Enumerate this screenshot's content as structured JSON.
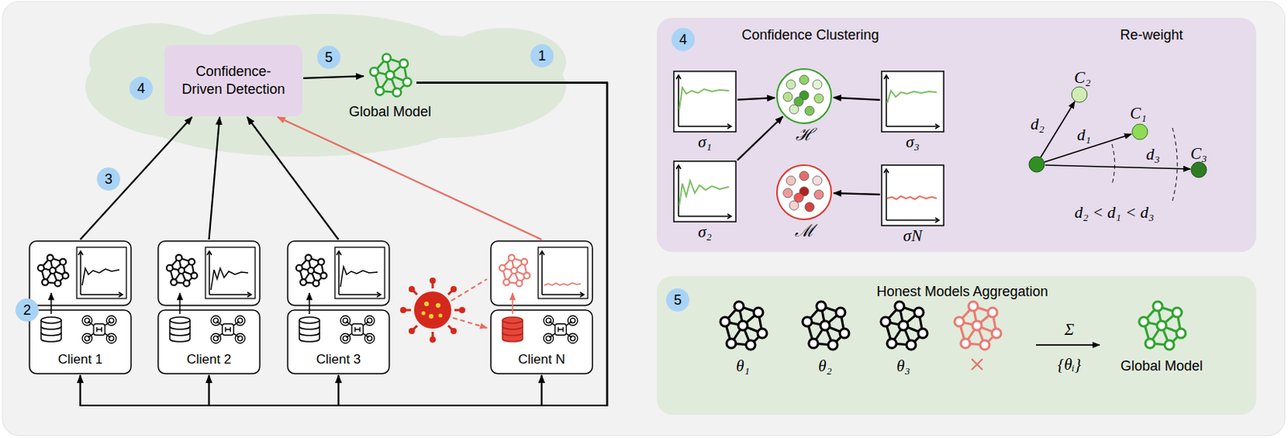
{
  "diagram": {
    "nodes": [
      {
        "text": [
          "Confidence-Driven Detection"
        ]
      },
      {
        "text": [
          "Global Model"
        ]
      },
      {
        "text": [
          "Client 1"
        ]
      },
      {
        "text": [
          "Client 2"
        ]
      },
      {
        "text": [
          "Client 3"
        ]
      },
      {
        "text": [
          "Client N"
        ]
      },
      {
        "text": [
          "Confidence Clustering",
          "Re-weight"
        ]
      },
      {
        "text": [
          "σ₁"
        ],
        "in": 6
      },
      {
        "text": [
          "ℋ"
        ],
        "in": 6
      },
      {
        "text": [
          "σ₃"
        ],
        "in": 6
      },
      {
        "text": [
          "σ₂"
        ],
        "in": 6
      },
      {
        "text": [
          "ℳ"
        ],
        "in": 6
      },
      {
        "text": [
          "σN"
        ],
        "in": 6
      },
      {
        "text": [
          "Honest Models Aggregation"
        ]
      }
    ],
    "edges": [
      {
        "from": 2,
        "to": 0,
        "arrow": "to"
      },
      {
        "from": 3,
        "to": 0,
        "arrow": "to"
      },
      {
        "from": 4,
        "to": 0,
        "arrow": "to"
      },
      {
        "from": 5,
        "to": 0,
        "arrow": "to"
      },
      {
        "from": 0,
        "to": 1,
        "arrow": "to"
      },
      {
        "from": 1,
        "to": 2,
        "arrow": "to"
      },
      {
        "from": 1,
        "to": 3,
        "arrow": "to"
      },
      {
        "from": 1,
        "to": 4,
        "arrow": "to"
      },
      {
        "from": 1,
        "to": 5,
        "arrow": "to"
      },
      {
        "from": 7,
        "to": 8,
        "arrow": "to"
      },
      {
        "from": 10,
        "to": 8,
        "arrow": "to"
      },
      {
        "from": 9,
        "to": 8,
        "arrow": "to"
      },
      {
        "from": 12,
        "to": 11,
        "arrow": "to"
      }
    ],
    "labels": [
      "4",
      "5",
      "1",
      "3",
      "2",
      "4",
      "C₂",
      "C₁",
      "C₃",
      "d₂",
      "d₁",
      "d₃",
      "d₂ < d₁ < d₃",
      "5",
      "θ₁",
      "θ₂",
      "θ₃",
      "Σ",
      "{θᵢ}",
      "Global Model"
    ]
  }
}
